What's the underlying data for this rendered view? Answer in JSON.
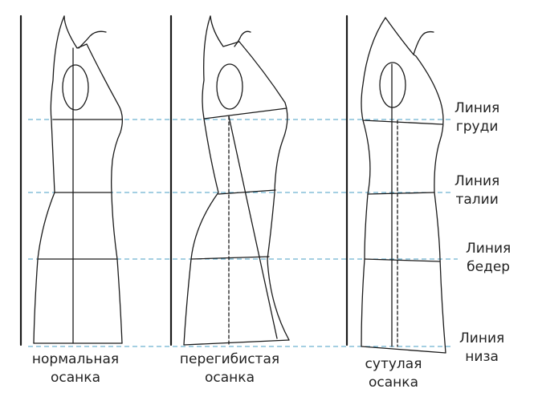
{
  "line_labels": {
    "chest": {
      "line1": "Линия",
      "line2": "груди"
    },
    "waist": {
      "line1": "Линия",
      "line2": "талии"
    },
    "hips": {
      "line1": "Линия",
      "line2": "бедер"
    },
    "hem": {
      "line1": "Линия",
      "line2": "низа"
    }
  },
  "posture_labels": {
    "normal": {
      "line1": "нормальная",
      "line2": "осанка"
    },
    "sway": {
      "line1": "перегибистая",
      "line2": "осанка"
    },
    "stooped": {
      "line1": "сутулая",
      "line2": "осанка"
    }
  },
  "colors": {
    "outline": "#1a1a1a",
    "guide_dashed": "#4a9fc4",
    "text": "#222222"
  }
}
